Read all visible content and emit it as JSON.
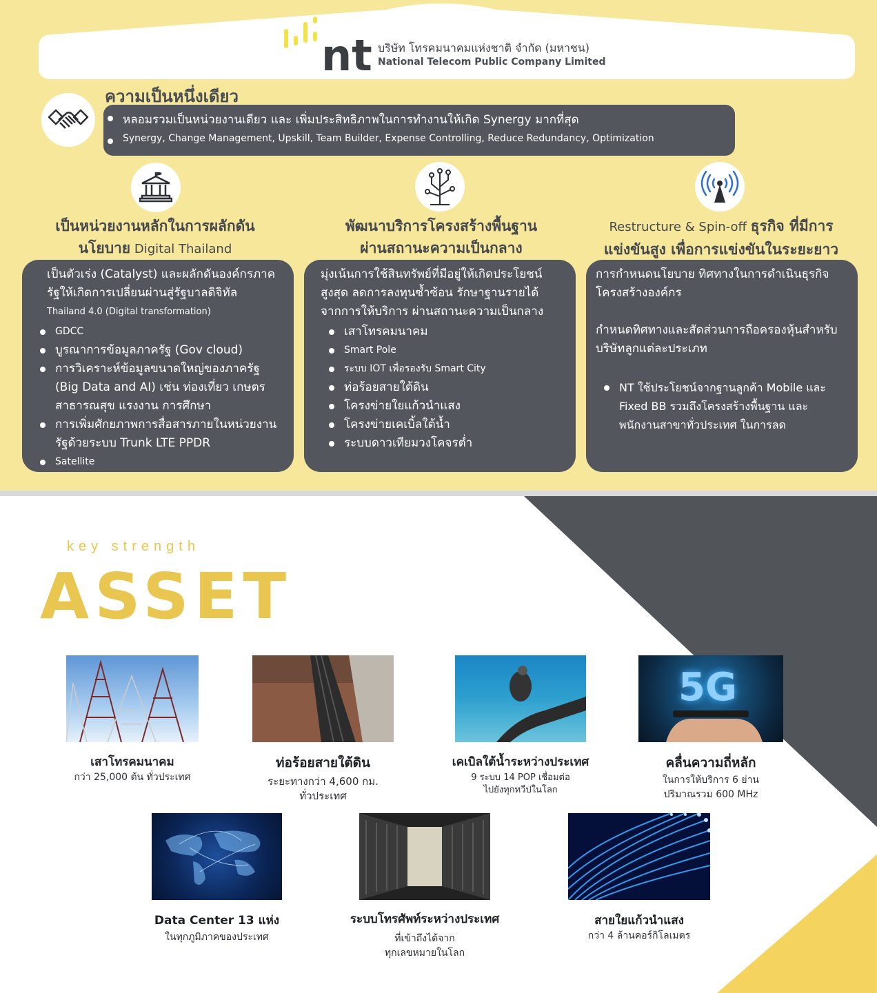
{
  "header": {
    "logo_text": "nt",
    "company_th": "บริษัท โทรคมนาคมแห่งชาติ จำกัด (มหาชน)",
    "company_en": "National Telecom Public Company Limited"
  },
  "unity": {
    "title": "ความเป็นหนึ่งเดียว",
    "bullets": [
      "หลอมรวมเป็นหน่วยงานเดียว  และ เพิ่มประสิทธิภาพในการทำงานให้เกิด Synergy มากที่สุด",
      "Synergy, Change Management, Upskill, Team Builder, Expense Controlling, Reduce Redundancy, Optimization"
    ]
  },
  "pillars": [
    {
      "title_line1": "เป็นหน่วยงานหลักในการผลักดัน",
      "title_line2_bold": "นโยบาย",
      "title_line2_light": " Digital Thailand",
      "paragraphs": [
        "เป็นตัวเร่ง (Catalyst) และผลักดันองค์กรภาค",
        "รัฐให้เกิดการเปลี่ยนผ่านสู่รัฐบาลดิจิทัล"
      ],
      "sub": "Thailand 4.0 (Digital transformation)",
      "items": [
        "GDCC",
        "บูรณาการข้อมูลภาครัฐ (Gov cloud)",
        "การวิเคราะห์ข้อมูลขนาดใหญ่ของภาครัฐ (Big Data and AI) เช่น ท่องเที่ยว เกษตร สาธารณสุข แรงงาน การศึกษา",
        "การเพิ่มศักยภาพการสื่อสารภายในหน่วยงานรัฐด้วยระบบ Trunk LTE PPDR",
        "Satellite"
      ]
    },
    {
      "title_line1": "พัฒนาบริการโครงสร้างพื้นฐาน",
      "title_line2_bold": "ผ่านสถานะความเป็นกลาง",
      "title_line2_light": "",
      "paragraphs": [
        "มุ่งเน้นการใช้สินทรัพย์ที่มีอยู่ให้เกิดประโยชน์",
        "สูงสุด ลดการลงทุนซ้ำซ้อน รักษาฐานรายได้",
        "จากการให้บริการ ผ่านสถานะความเป็นกลาง"
      ],
      "sub": "",
      "items": [
        "เสาโทรคมนาคม",
        "Smart Pole",
        "ระบบ IOT เพื่อรองรับ Smart City",
        "ท่อร้อยสายใต้ดิน",
        "โครงข่ายใยแก้วนำแสง",
        "โครงข่ายเคเบิ้ลใต้น้ำ",
        "ระบบดาวเทียมวงโคจรต่ำ"
      ]
    },
    {
      "title_line1_light": "Restructure & Spin-off ",
      "title_line1": "ธุรกิจ ที่มีการ",
      "title_line2_bold": "แข่งขันสูง เพื่อการแข่งขันในระยะยาว",
      "title_line2_light": "",
      "paragraphs": [
        "การกำหนดนโยบาย ทิศทางในการดำเนินธุรกิจ",
        "โครงสร้างองค์กร",
        "",
        "กำหนดทิศทางและสัดส่วนการถือครองหุ้นสำหรับ",
        "บริษัทลูกแต่ละประเภท",
        ""
      ],
      "sub": "",
      "items": [
        "NT ใช้ประโยชน์จากฐานลูกค้า Mobile และ Fixed BB รวมถึงโครงสร้างพื้นฐาน และ พนักงานสาขาทั่วประเทศ ในการลด"
      ]
    }
  ],
  "assets_section": {
    "kicker": "key strength",
    "title": "ASSET",
    "items": [
      {
        "name": "เสาโทรคมนาคม",
        "desc": [
          "กว่า 25,000 ต้น ทั่วประเทศ"
        ]
      },
      {
        "name": "ท่อร้อยสายใต้ดิน",
        "desc": [
          "ระยะทางกว่า 4,600 กม.",
          "ทั่วประเทศ"
        ]
      },
      {
        "name": "เคเบิลใต้น้ำระหว่างประเทศ",
        "desc": [
          "9 ระบบ 14 POP เชื่อมต่อ",
          "ไปยังทุกทวีปในโลก"
        ]
      },
      {
        "name": "คลื่นความถี่หลัก",
        "desc": [
          "ในการให้บริการ 6 ย่าน",
          "ปริมาณรวม 600 MHz"
        ]
      },
      {
        "name": "Data Center 13 แห่ง",
        "desc": [
          "ในทุกภูมิภาคของประเทศ"
        ]
      },
      {
        "name": "ระบบโทรศัพท์ระหว่างประเทศ",
        "desc": [
          "ที่เข้าถึงได้จาก",
          "ทุกเลขหมายในโลก"
        ]
      },
      {
        "name": "สายใยแก้วนำแสง",
        "desc": [
          "กว่า 4 ล้านคอร์กิโลเมตร"
        ]
      }
    ],
    "image_5g_text": "5G"
  },
  "colors": {
    "yellow_bg": "#f6e79a",
    "dark_box": "#53565c",
    "accent_gold": "#e8c64f",
    "logo_yellow": "#f2e24a"
  }
}
